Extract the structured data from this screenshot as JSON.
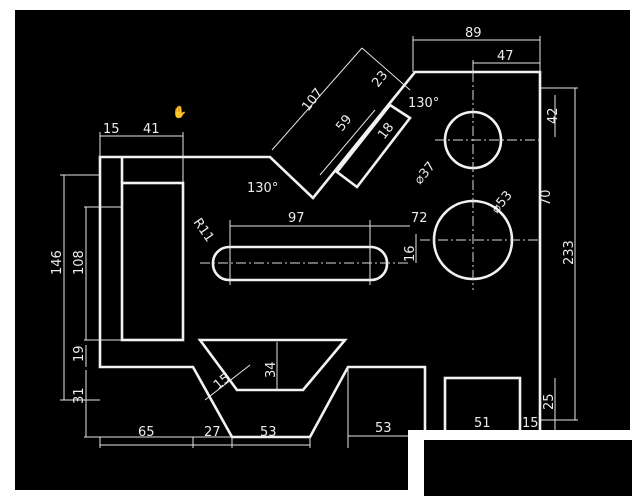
{
  "drawing": {
    "background": "#000000",
    "line_color": "#f2f2f2",
    "dimensions": {
      "d89": "89",
      "d47": "47",
      "d107": "107",
      "d23": "23",
      "d59": "59",
      "d18": "18",
      "a130_top": "130°",
      "a130_left": "130°",
      "d42": "42",
      "d37": "⌀37",
      "d53": "⌀53",
      "d70": "70",
      "d233": "233",
      "d15_top": "15",
      "d41": "41",
      "d146": "146",
      "d108": "108",
      "d19": "19",
      "d31": "31",
      "r11": "R11",
      "d97": "97",
      "d72": "72",
      "d16": "16",
      "d34": "34",
      "d15_slant": "15",
      "d65": "65",
      "d27": "27",
      "d53_a": "53",
      "d53_b": "53",
      "d51": "51",
      "d15_bottom": "15",
      "d25": "25"
    }
  }
}
